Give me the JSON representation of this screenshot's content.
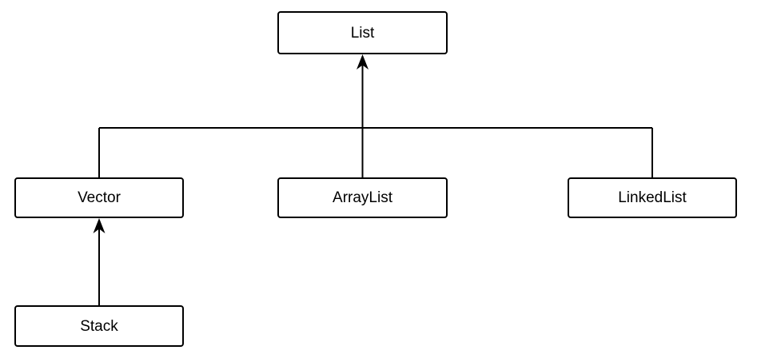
{
  "diagram": {
    "type": "class-hierarchy",
    "background_color": "#ffffff",
    "node_fill_color": "#ffffff",
    "stroke_color": "#000000",
    "text_color": "#000000",
    "nodes": [
      {
        "id": "list",
        "label": "List"
      },
      {
        "id": "vector",
        "label": "Vector"
      },
      {
        "id": "arraylist",
        "label": "ArrayList"
      },
      {
        "id": "linkedlist",
        "label": "LinkedList"
      },
      {
        "id": "stack",
        "label": "Stack"
      }
    ],
    "edges": [
      {
        "from": "vector",
        "to": "list",
        "arrowhead": "filled-triangle-at-target"
      },
      {
        "from": "arraylist",
        "to": "list",
        "arrowhead": "filled-triangle-at-target"
      },
      {
        "from": "linkedlist",
        "to": "list",
        "arrowhead": "filled-triangle-at-target"
      },
      {
        "from": "stack",
        "to": "vector",
        "arrowhead": "filled-triangle-at-target"
      }
    ]
  }
}
